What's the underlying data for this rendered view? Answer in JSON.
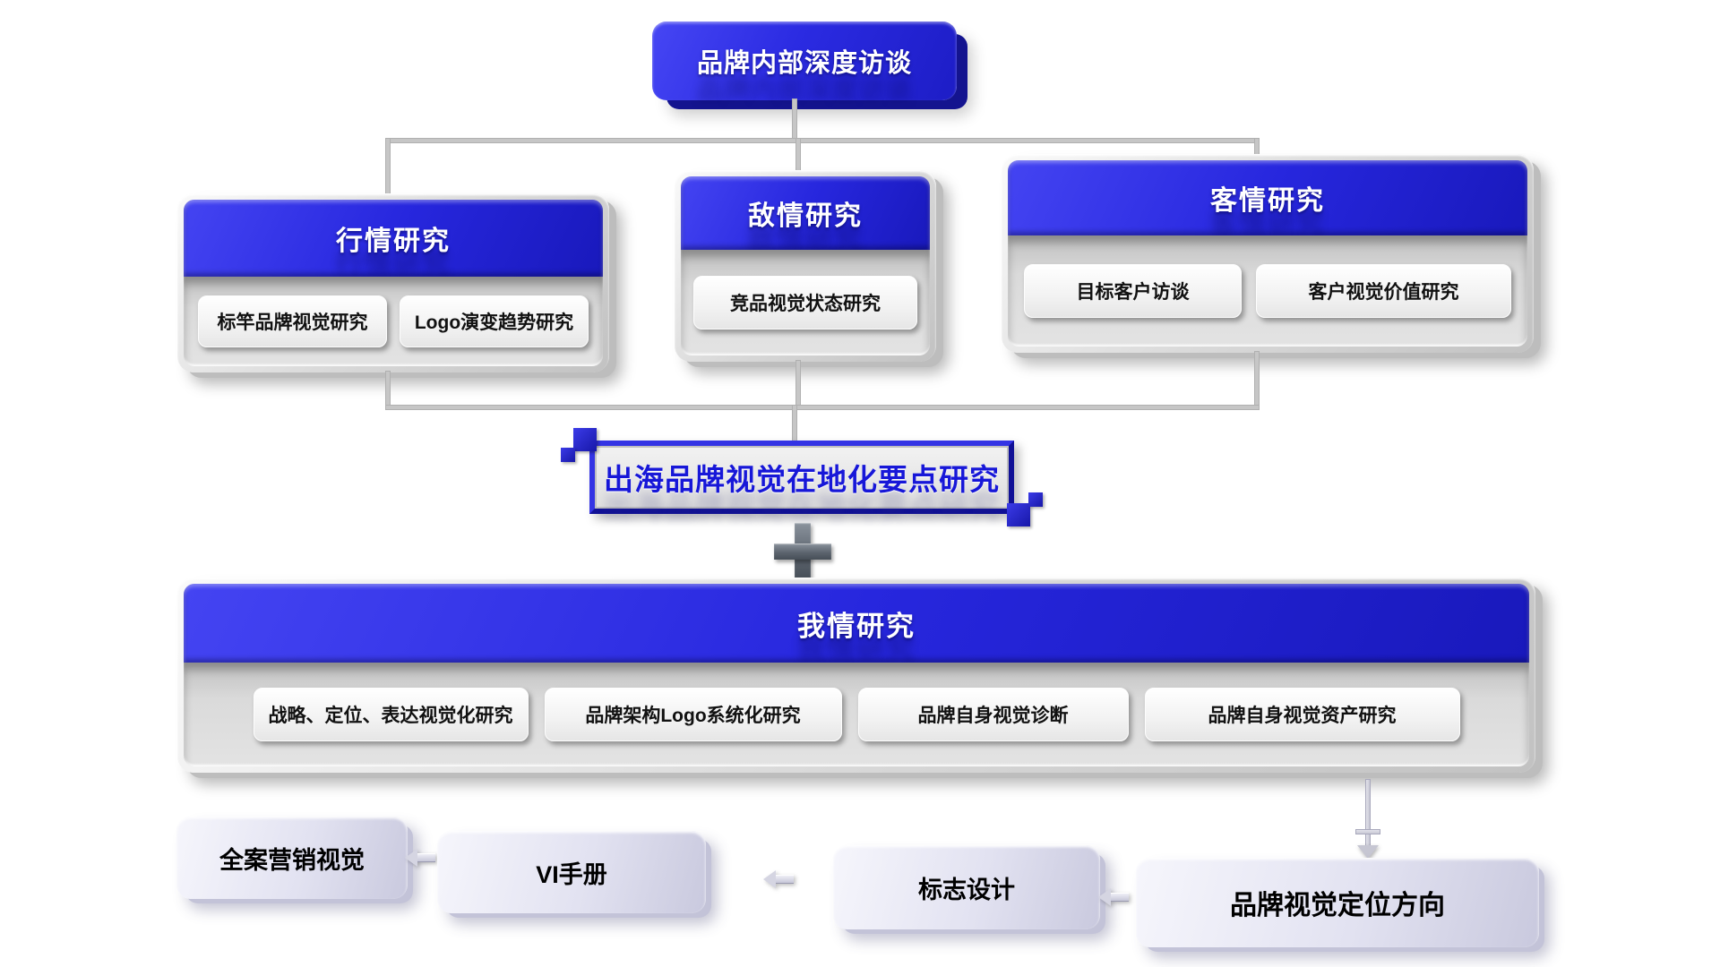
{
  "diagram": {
    "root": {
      "label": "品牌内部深度访谈"
    },
    "panels": [
      {
        "id": "market-research",
        "title": "行情研究",
        "items": [
          "标竿品牌视觉研究",
          "Logo演变趋势研究"
        ]
      },
      {
        "id": "rival-research",
        "title": "敌情研究",
        "items": [
          "竞品视觉状态研究"
        ]
      },
      {
        "id": "customer-research",
        "title": "客情研究",
        "items": [
          "目标客户访谈",
          "客户视觉价值研究"
        ]
      }
    ],
    "highlight": {
      "label": "出海品牌视觉在地化要点研究"
    },
    "self_panel": {
      "title": "我情研究",
      "items": [
        "战略、定位、表达视觉化研究",
        "品牌架构Logo系统化研究",
        "品牌自身视觉诊断",
        "品牌自身视觉资产研究"
      ]
    },
    "outputs": [
      "全案营销视觉",
      "VI手册",
      "标志设计",
      "品牌视觉定位方向"
    ],
    "colors": {
      "primary_blue": "#2727de",
      "deep_blue": "#14148f",
      "highlight_text_blue": "#1717d8",
      "panel_silver": "#d8d8d8",
      "pill_white": "#f6f6f6",
      "lavender": "#e2e2f1",
      "connector_gray": "#c6c6c6",
      "plus_gray": "#5a626c"
    }
  }
}
